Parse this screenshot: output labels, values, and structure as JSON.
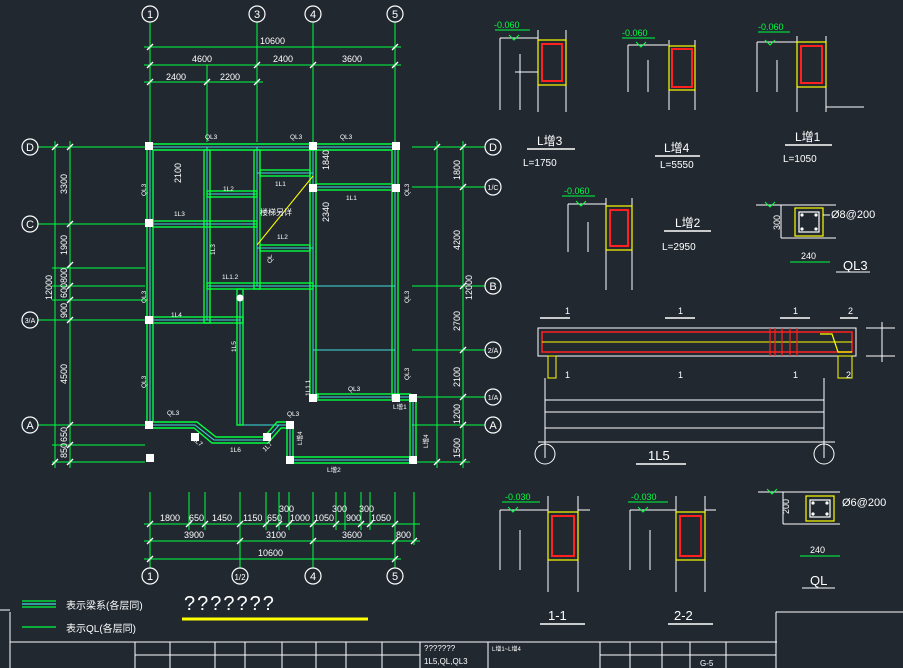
{
  "grid_top": [
    "1",
    "3",
    "4",
    "5"
  ],
  "grid_bottom": [
    "1",
    "1/2",
    "4",
    "5"
  ],
  "grid_left": [
    "D",
    "C",
    "3/A",
    "A"
  ],
  "grid_right": [
    "D",
    "1/C",
    "B",
    "2/A",
    "1/A",
    "A"
  ],
  "top_dims": {
    "total": "10600",
    "row2": [
      "4600",
      "2400",
      "3600"
    ],
    "row3": [
      "2400",
      "2200"
    ]
  },
  "bottom_dims": {
    "row1": [
      "1800",
      "650",
      "1450",
      "1150",
      "650",
      "1000",
      "1050",
      "900",
      "1050"
    ],
    "row1_upper": [
      "300",
      "300",
      "300"
    ],
    "row2": [
      "3900",
      "3100",
      "3600",
      "800"
    ],
    "total": "10600"
  },
  "left_dims": {
    "total": "12000",
    "parts": [
      "3300",
      "1900",
      "900",
      "600",
      "800",
      "4500",
      "850",
      "650"
    ]
  },
  "right_dims": {
    "total": "12000",
    "parts": [
      "1800",
      "4200",
      "2700",
      "2100",
      "1200",
      "1500"
    ]
  },
  "inner_dims": [
    "2100",
    "1840",
    "2340"
  ],
  "plan_labels": {
    "ql3": "QL3",
    "l1_1": "1L1",
    "l2": "1L2",
    "l3": "1L3",
    "l4": "1L4",
    "l5": "1L5",
    "l6": "1L6",
    "l7": "1L7",
    "l11": "1L1.1",
    "l12": "1L1.2",
    "stair": "楼梯另详",
    "lz4": "L增4",
    "lz2": "L增2",
    "lz1": "L增1",
    "ql": "QL"
  },
  "sections": {
    "lz3": {
      "title": "L增3",
      "len": "L=1750",
      "level": "-0.060"
    },
    "lz4": {
      "title": "L增4",
      "len": "L=5550",
      "level": "-0.060"
    },
    "lz1": {
      "title": "L增1",
      "len": "L=1050",
      "level": "-0.060"
    },
    "lz2": {
      "title": "L增2",
      "len": "L=2950",
      "level": "-0.060"
    },
    "ql3": {
      "title": "QL3",
      "bar": "Ø8@200",
      "h": "300",
      "w": "240"
    },
    "ql": {
      "title": "QL",
      "bar": "Ø6@200",
      "h": "200",
      "w": "240"
    },
    "s11": {
      "title": "1-1",
      "level": "-0.030"
    },
    "s22": {
      "title": "2-2",
      "level": "-0.030"
    }
  },
  "beam": {
    "title": "1L5",
    "marks": [
      "1",
      "1",
      "1",
      "2"
    ],
    "marks_bottom": [
      "1",
      "1",
      "1",
      "2"
    ]
  },
  "legend": {
    "beam": "表示梁系(各层同)",
    "ql": "表示QL(各层同)",
    "title": "???????"
  },
  "title_block": {
    "drawing_title": "???????",
    "sub": "1L5,QL,QL3",
    "mid": "L增1~L增4",
    "no": "G-5"
  },
  "colors": {
    "bg": "#212830",
    "green": "#00ff40",
    "cyan": "#40e0e0",
    "red": "#ff2020",
    "yellow": "#ffff00"
  }
}
